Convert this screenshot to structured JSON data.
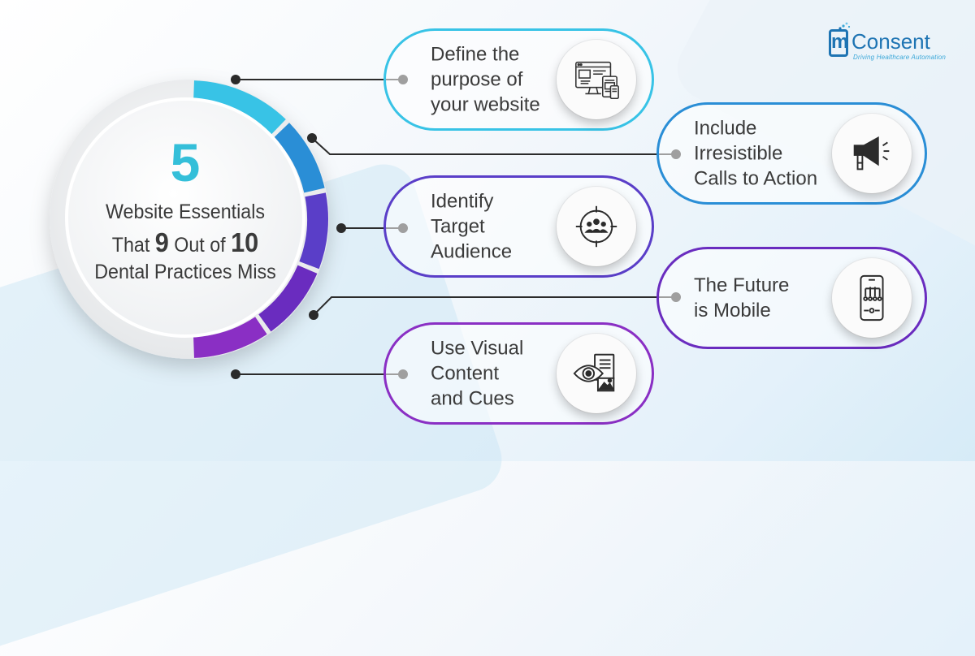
{
  "hub": {
    "number": "5",
    "line1": "Website Essentials",
    "line2_a": "That ",
    "line2_b": "9",
    "line2_c": " Out of ",
    "line2_d": "10",
    "line3": "Dental Practices Miss"
  },
  "items": [
    {
      "label": "Define the\npurpose of\nyour website",
      "color": "#38c3e6",
      "icon": "website-layout-icon"
    },
    {
      "label": "Include\nIrresistible\nCalls to Action",
      "color": "#2a8ed6",
      "icon": "megaphone-icon"
    },
    {
      "label": "Identify\nTarget\nAudience",
      "color": "#5a3ec8",
      "icon": "target-audience-icon"
    },
    {
      "label": "The Future\nis Mobile",
      "color": "#6a2cbf",
      "icon": "mobile-phone-icon"
    },
    {
      "label": "Use Visual\nContent\nand Cues",
      "color": "#8a2fc4",
      "icon": "visual-content-icon"
    }
  ],
  "logo": {
    "m": "m",
    "name": "Consent",
    "tagline": "Driving Healthcare Automation",
    "color": "#1e74b3"
  }
}
